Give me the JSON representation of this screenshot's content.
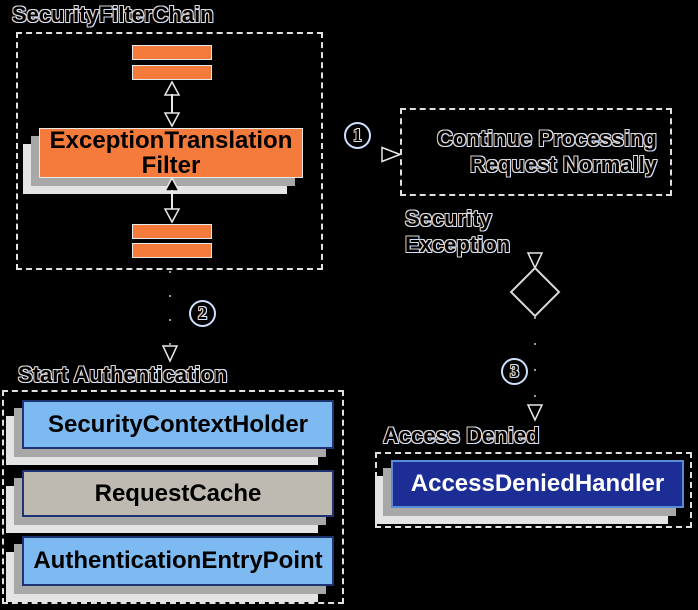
{
  "diagram": {
    "title": "SecurityFilterChain",
    "filter": {
      "line1": "ExceptionTranslation",
      "line2": "Filter"
    },
    "steps": {
      "one": "1",
      "two": "2",
      "three": "3"
    },
    "continue_box": {
      "line1": "Continue Processing",
      "line2": "Request Normally"
    },
    "security_exception": {
      "line1": "Security",
      "line2": "Exception"
    },
    "start_auth": {
      "title": "Start Authentication",
      "boxes": [
        {
          "label": "SecurityContextHolder",
          "variant": "blue"
        },
        {
          "label": "RequestCache",
          "variant": "gray"
        },
        {
          "label": "AuthenticationEntryPoint",
          "variant": "blue"
        }
      ]
    },
    "access_denied": {
      "title": "Access Denied",
      "handler": "AccessDeniedHandler"
    }
  },
  "colors": {
    "background": "#000000",
    "orange_box": "#f57b3d",
    "light_blue_box": "#7dbaf2",
    "gray_box": "#bfbab1",
    "navy_box": "#1d2d96",
    "navy_border": "#1e3372",
    "handler_border": "#5d8cd6",
    "shadow_near": "#a8a8a8",
    "shadow_far": "#e4e4e4",
    "dashed_border": "#e0e0e0",
    "text_halo": "#cfe0ff"
  }
}
